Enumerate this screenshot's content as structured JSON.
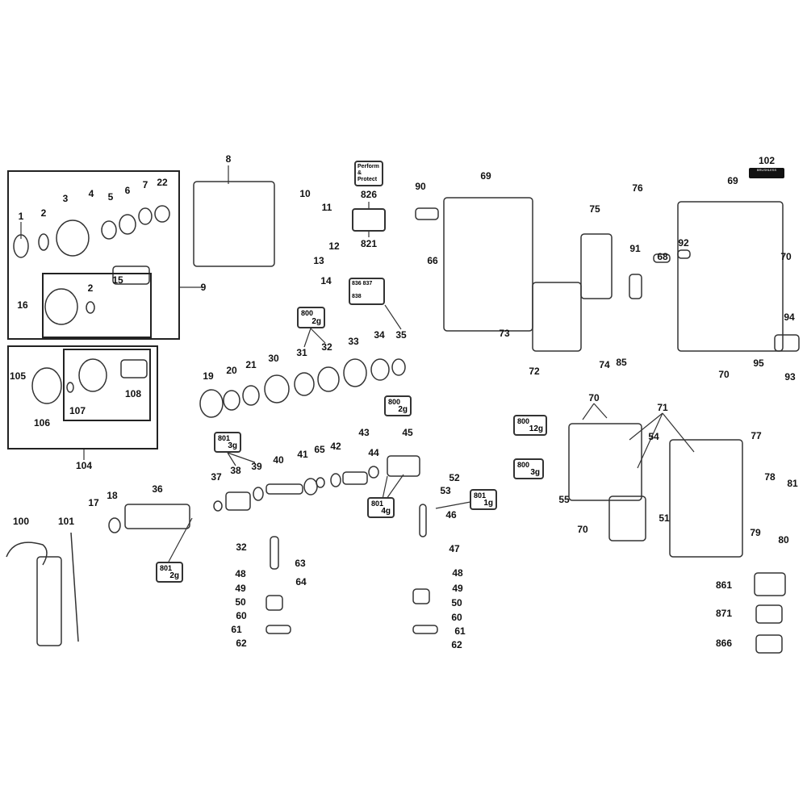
{
  "labels": {
    "l1": "1",
    "l2a": "2",
    "l3": "3",
    "l4": "4",
    "l5": "5",
    "l6": "6",
    "l7": "7",
    "l22": "22",
    "l15": "15",
    "l2b": "2",
    "l16": "16",
    "l9": "9",
    "l8": "8",
    "l10": "10",
    "l11": "11",
    "l12": "12",
    "l13": "13",
    "l14": "14",
    "l826": "826",
    "l821": "821",
    "l35": "35",
    "l31": "31",
    "l32a": "32",
    "l33": "33",
    "l34": "34",
    "l19": "19",
    "l20": "20",
    "l21": "21",
    "l30": "30",
    "l105": "105",
    "l106": "106",
    "l107": "107",
    "l108": "108",
    "l104": "104",
    "l43": "43",
    "l45": "45",
    "l38": "38",
    "l39": "39",
    "l40": "40",
    "l41": "41",
    "l65": "65",
    "l42": "42",
    "l44": "44",
    "l52": "52",
    "l53": "53",
    "l46": "46",
    "l17": "17",
    "l18": "18",
    "l36": "36",
    "l37": "37",
    "l100": "100",
    "l101": "101",
    "l32b": "32",
    "l48a": "48",
    "l49a": "49",
    "l50a": "50",
    "l60a": "60",
    "l61a": "61",
    "l62a": "62",
    "l63": "63",
    "l64": "64",
    "l47": "47",
    "l48b": "48",
    "l49b": "49",
    "l50b": "50",
    "l60b": "60",
    "l61b": "61",
    "l62b": "62",
    "l90": "90",
    "l69a": "69",
    "l66": "66",
    "l75": "75",
    "l73": "73",
    "l72": "72",
    "l76": "76",
    "l91": "91",
    "l68": "68",
    "l92": "92",
    "l74": "74",
    "l85": "85",
    "l102": "102",
    "l69b": "69",
    "l70a": "70",
    "l94": "94",
    "l95": "95",
    "l93": "93",
    "l70b": "70",
    "l70c": "70",
    "l71": "71",
    "l54": "54",
    "l55": "55",
    "l51": "51",
    "l70d": "70",
    "l77": "77",
    "l78": "78",
    "l81": "81",
    "l79": "79",
    "l80": "80",
    "l861": "861",
    "l871": "871",
    "l866": "866"
  },
  "kits": {
    "k1": {
      "num": "800",
      "grams": "2g"
    },
    "k2": {
      "num": "800",
      "grams": "2g"
    },
    "k3": {
      "num": "801",
      "grams": "3g"
    },
    "k4": {
      "num": "801",
      "grams": "1g"
    },
    "k5": {
      "num": "801",
      "grams": "4g"
    },
    "k6": {
      "num": "801",
      "grams": "2g"
    },
    "k7": {
      "num": "800",
      "grams": "12g"
    },
    "k8": {
      "num": "800",
      "grams": "3g"
    }
  },
  "stickers": {
    "perform_protect": "Perform & Protect",
    "kit_836": "836",
    "kit_837": "837",
    "kit_838": "838",
    "badge_102": "BRUSHLESS"
  }
}
